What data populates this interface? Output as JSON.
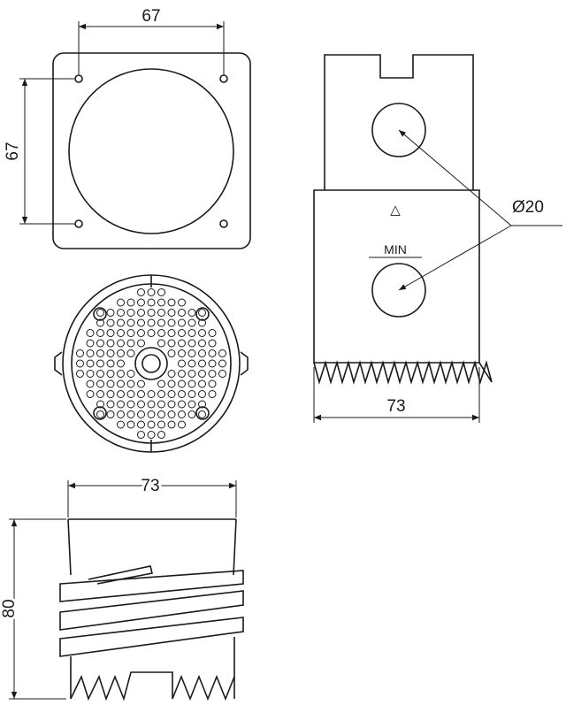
{
  "plate_view": {
    "dim_width": "67",
    "dim_height": "67"
  },
  "side_view": {
    "dim_hole": "Ø20",
    "min_label": "MIN",
    "dim_width": "73",
    "marker": "△"
  },
  "bottom_view": {
    "dim_width": "73",
    "dim_height": "80"
  },
  "colors": {
    "line": "#1a1a1a",
    "background": "#ffffff"
  }
}
